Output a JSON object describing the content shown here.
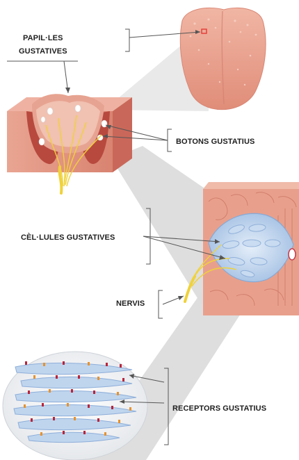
{
  "labels": {
    "papil_line1": "PAPIL·LES",
    "papil_line2": "GUSTATIVES",
    "botons": "BOTONS GUSTATIUS",
    "cellules": "CÈL·LULES GUSTATIVES",
    "nervis": "NERVIS",
    "receptors": "RECEPTORS GUSTATIUS"
  },
  "colors": {
    "tongue": "#e9a08c",
    "tissue": "#d97a6a",
    "tissue_dark": "#b9493d",
    "nerve": "#f0d23a",
    "cell_blue": "#bcd3ec",
    "cell_blue_dark": "#7fa2cf",
    "zoom_wedge": "#dedede",
    "receptor_red": "#b8243b",
    "receptor_orange": "#e6922e",
    "marker_red": "#e53935"
  }
}
